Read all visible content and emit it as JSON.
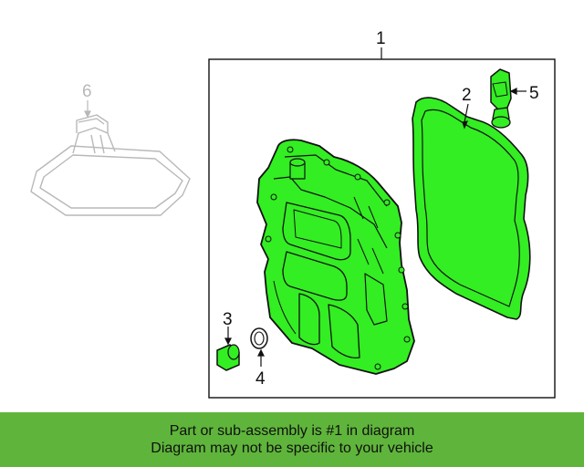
{
  "diagram": {
    "callouts": {
      "c1": "1",
      "c2": "2",
      "c3": "3",
      "c4": "4",
      "c5": "5",
      "c6": "6"
    },
    "colors": {
      "highlight_fill": "#33ee22",
      "outline": "#111111",
      "faded_outline": "#b8b8b8",
      "banner": "#5fb53b"
    }
  },
  "footer": {
    "line1": "Part or sub-assembly is #1 in diagram",
    "line2": "Diagram may not be specific to your vehicle"
  }
}
